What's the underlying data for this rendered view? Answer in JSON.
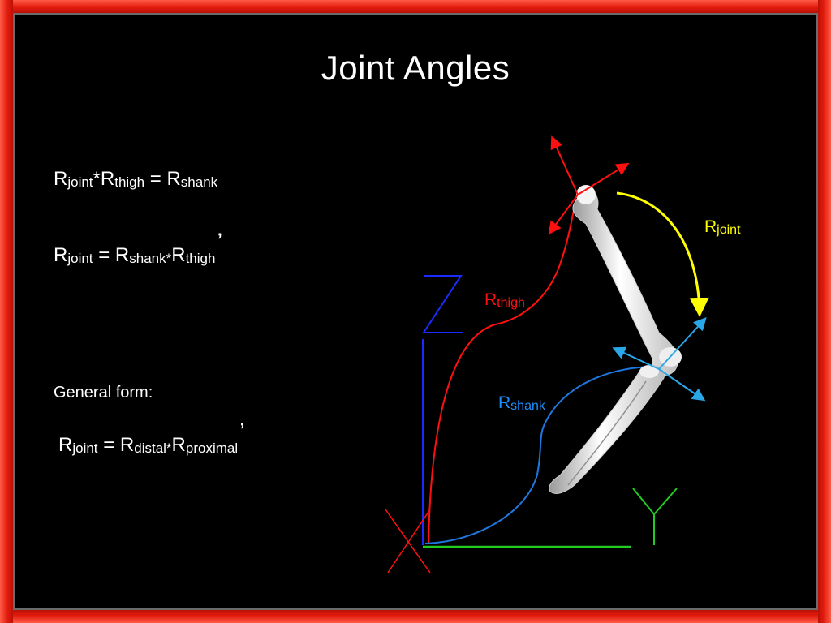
{
  "slide": {
    "title": "Joint Angles",
    "frame_color": "#e01a0c"
  },
  "equations": {
    "eq1": {
      "r1": "R",
      "s1": "joint",
      "op1": "*",
      "r2": "R",
      "s2": "thigh",
      "eq": " = ",
      "r3": "R",
      "s3": "shank"
    },
    "eq2": {
      "r1": "R",
      "s1": "joint",
      "eq": " = ",
      "r2": "R",
      "s2": "shank",
      "op": "*",
      "r3": "R",
      "s3": "thigh",
      "prime": "’"
    },
    "general_label": "General form:",
    "eq3": {
      "r1": "R",
      "s1": "joint",
      "eq": " = ",
      "r2": "R",
      "s2": "distal",
      "op": "*",
      "r3": "R",
      "s3": "proximal",
      "prime": "’"
    }
  },
  "diagram": {
    "labels": {
      "joint": {
        "r": "R",
        "sub": "joint",
        "color": "#ffff00"
      },
      "thigh": {
        "r": "R",
        "sub": "thigh",
        "color": "#ff1010"
      },
      "shank": {
        "r": "R",
        "sub": "shank",
        "color": "#1e90ff"
      }
    },
    "axes": {
      "x_color": "#ff1010",
      "y_color": "#22cc22",
      "z_color": "#1a2cff"
    }
  }
}
